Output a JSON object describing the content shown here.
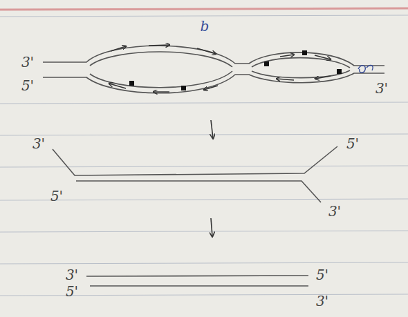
{
  "diagram": {
    "labels": [
      "b",
      "3'",
      "5'",
      "3'",
      "3'",
      "5'",
      "5'",
      "3'",
      "3'",
      "5'",
      "5'",
      "3'"
    ]
  }
}
